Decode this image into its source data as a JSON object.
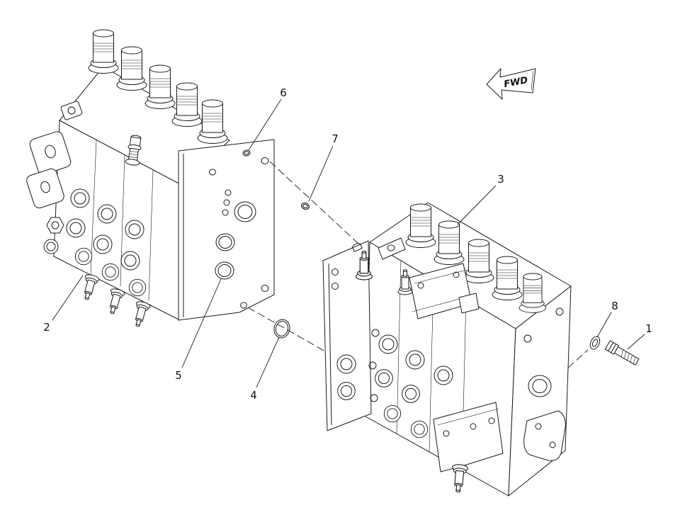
{
  "figure": {
    "kind": "exploded-parts-diagram",
    "direction_label": "FWD",
    "colors": {
      "ink": "#1a1a1a",
      "paper": "#ffffff"
    },
    "callouts": [
      {
        "label": "1"
      },
      {
        "label": "2"
      },
      {
        "label": "3"
      },
      {
        "label": "4"
      },
      {
        "label": "5"
      },
      {
        "label": "6"
      },
      {
        "label": "7"
      },
      {
        "label": "8"
      }
    ]
  }
}
